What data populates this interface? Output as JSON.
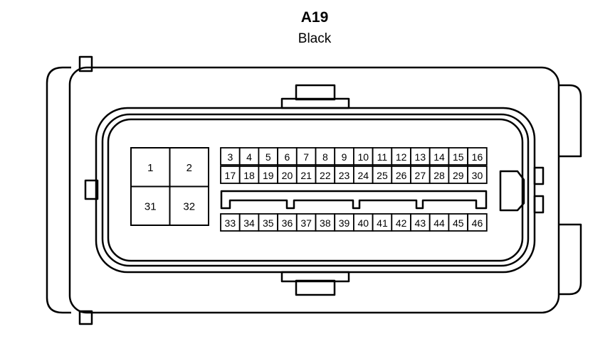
{
  "connector": {
    "id": "A19",
    "color_label": "Black",
    "stroke_color": "#000000",
    "background": "#ffffff"
  },
  "large_pins": [
    "1",
    "2",
    "31",
    "32"
  ],
  "pin_rows": [
    [
      "3",
      "4",
      "5",
      "6",
      "7",
      "8",
      "9",
      "10",
      "11",
      "12",
      "13",
      "14",
      "15",
      "16"
    ],
    [
      "17",
      "18",
      "19",
      "20",
      "21",
      "22",
      "23",
      "24",
      "25",
      "26",
      "27",
      "28",
      "29",
      "30"
    ],
    [
      "33",
      "34",
      "35",
      "36",
      "37",
      "38",
      "39",
      "40",
      "41",
      "42",
      "43",
      "44",
      "45",
      "46"
    ]
  ]
}
